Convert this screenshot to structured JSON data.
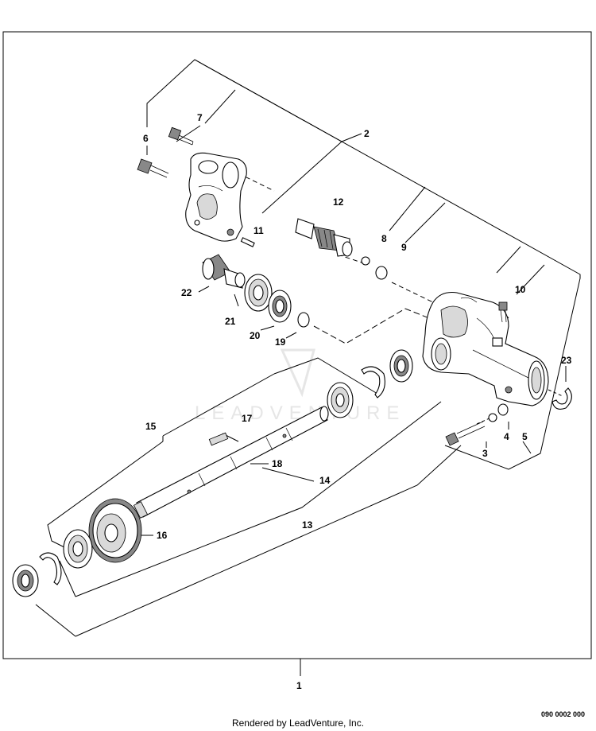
{
  "callouts": [
    "1",
    "2",
    "3",
    "4",
    "5",
    "6",
    "7",
    "8",
    "9",
    "10",
    "11",
    "12",
    "13",
    "14",
    "15",
    "16",
    "17",
    "18",
    "19",
    "20",
    "21",
    "22",
    "23"
  ],
  "footer": {
    "credit": "Rendered by LeadVenture, Inc.",
    "code": "090 0002 000"
  },
  "watermark": "LEADVENTURE"
}
